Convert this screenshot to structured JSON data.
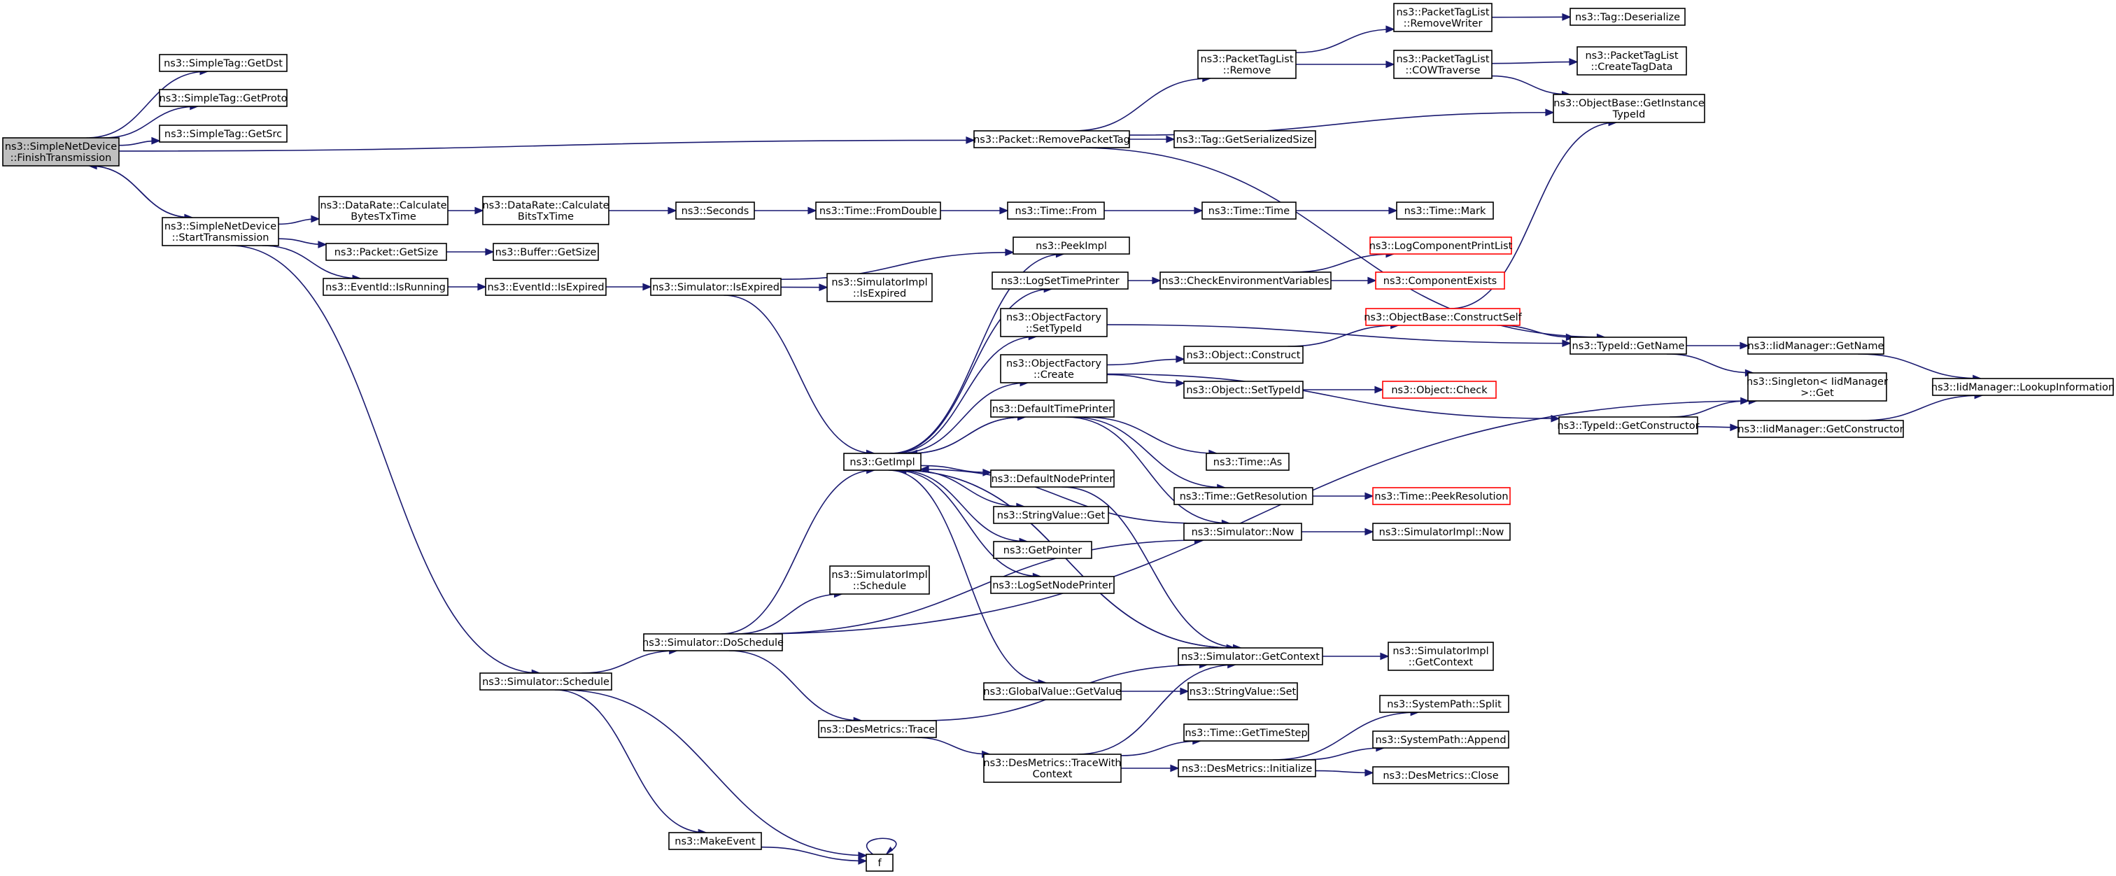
{
  "colors": {
    "edge": "#191970",
    "node_border": "#000000",
    "truncated_node_border": "#ff0000",
    "root_fill": "#bfbfbf",
    "node_fill": "#ffffff"
  },
  "nodes": [
    {
      "id": "root",
      "lines": [
        "ns3::SimpleNetDevice",
        "::FinishTransmission"
      ],
      "style": "root"
    },
    {
      "id": "simpletag_getdst",
      "lines": [
        "ns3::SimpleTag::GetDst"
      ]
    },
    {
      "id": "simpletag_getproto",
      "lines": [
        "ns3::SimpleTag::GetProto"
      ]
    },
    {
      "id": "simpletag_getsrc",
      "lines": [
        "ns3::SimpleTag::GetSrc"
      ]
    },
    {
      "id": "starttransmission",
      "lines": [
        "ns3::SimpleNetDevice",
        "::StartTransmission"
      ]
    },
    {
      "id": "datarate_calcbytes",
      "lines": [
        "ns3::DataRate::Calculate",
        "BytesTxTime"
      ]
    },
    {
      "id": "datarate_calcbits",
      "lines": [
        "ns3::DataRate::Calculate",
        "BitsTxTime"
      ]
    },
    {
      "id": "seconds",
      "lines": [
        "ns3::Seconds"
      ]
    },
    {
      "id": "time_fromdouble",
      "lines": [
        "ns3::Time::FromDouble"
      ]
    },
    {
      "id": "time_from",
      "lines": [
        "ns3::Time::From"
      ]
    },
    {
      "id": "time_time",
      "lines": [
        "ns3::Time::Time"
      ]
    },
    {
      "id": "time_mark",
      "lines": [
        "ns3::Time::Mark"
      ]
    },
    {
      "id": "packet_getsize",
      "lines": [
        "ns3::Packet::GetSize"
      ]
    },
    {
      "id": "buffer_getsize",
      "lines": [
        "ns3::Buffer::GetSize"
      ]
    },
    {
      "id": "eventid_isrunning",
      "lines": [
        "ns3::EventId::IsRunning"
      ]
    },
    {
      "id": "eventid_isexpired",
      "lines": [
        "ns3::EventId::IsExpired"
      ]
    },
    {
      "id": "simulator_isexpired",
      "lines": [
        "ns3::Simulator::IsExpired"
      ]
    },
    {
      "id": "simulatorimpl_isexpired",
      "lines": [
        "ns3::SimulatorImpl",
        "::IsExpired"
      ]
    },
    {
      "id": "packet_removepackettag",
      "lines": [
        "ns3::Packet::RemovePacketTag"
      ]
    },
    {
      "id": "packettaglist_remove",
      "lines": [
        "ns3::PacketTagList",
        "::Remove"
      ]
    },
    {
      "id": "packettaglist_removewriter",
      "lines": [
        "ns3::PacketTagList",
        "::RemoveWriter"
      ]
    },
    {
      "id": "tag_deserialize",
      "lines": [
        "ns3::Tag::Deserialize"
      ]
    },
    {
      "id": "packettaglist_cowtraverse",
      "lines": [
        "ns3::PacketTagList",
        "::COWTraverse"
      ]
    },
    {
      "id": "packettaglist_createtagdata",
      "lines": [
        "ns3::PacketTagList",
        "::CreateTagData"
      ]
    },
    {
      "id": "objectbase_getinstancetypeid",
      "lines": [
        "ns3::ObjectBase::GetInstance",
        "TypeId"
      ]
    },
    {
      "id": "tag_getserializedsize",
      "lines": [
        "ns3::Tag::GetSerializedSize"
      ]
    },
    {
      "id": "peekimpl",
      "lines": [
        "ns3::PeekImpl"
      ]
    },
    {
      "id": "logsettimeprinter",
      "lines": [
        "ns3::LogSetTimePrinter"
      ]
    },
    {
      "id": "checkenvironmentvariables",
      "lines": [
        "ns3::CheckEnvironmentVariables"
      ]
    },
    {
      "id": "logcomponentprintlist",
      "lines": [
        "ns3::LogComponentPrintList"
      ],
      "style": "red"
    },
    {
      "id": "componentexists",
      "lines": [
        "ns3::ComponentExists"
      ],
      "style": "red"
    },
    {
      "id": "objectfactory_settypeid",
      "lines": [
        "ns3::ObjectFactory",
        "::SetTypeId"
      ]
    },
    {
      "id": "objectbase_constructself",
      "lines": [
        "ns3::ObjectBase::ConstructSelf"
      ],
      "style": "red"
    },
    {
      "id": "typeid_getname",
      "lines": [
        "ns3::TypeId::GetName"
      ]
    },
    {
      "id": "iidmanager_getname",
      "lines": [
        "ns3::IidManager::GetName"
      ]
    },
    {
      "id": "singleton_get",
      "lines": [
        "ns3::Singleton< IidManager",
        ">::Get"
      ]
    },
    {
      "id": "iidmanager_lookupinformation",
      "lines": [
        "ns3::IidManager::LookupInformation"
      ]
    },
    {
      "id": "objectfactory_create",
      "lines": [
        "ns3::ObjectFactory",
        "::Create"
      ]
    },
    {
      "id": "object_construct",
      "lines": [
        "ns3::Object::Construct"
      ]
    },
    {
      "id": "object_settypeid",
      "lines": [
        "ns3::Object::SetTypeId"
      ]
    },
    {
      "id": "object_check",
      "lines": [
        "ns3::Object::Check"
      ],
      "style": "red"
    },
    {
      "id": "typeid_getconstructor",
      "lines": [
        "ns3::TypeId::GetConstructor"
      ]
    },
    {
      "id": "iidmanager_getconstructor",
      "lines": [
        "ns3::IidManager::GetConstructor"
      ]
    },
    {
      "id": "defaulttimeprinter",
      "lines": [
        "ns3::DefaultTimePrinter"
      ]
    },
    {
      "id": "getimpl",
      "lines": [
        "ns3::GetImpl"
      ]
    },
    {
      "id": "time_as",
      "lines": [
        "ns3::Time::As"
      ]
    },
    {
      "id": "defaultnodeprinter",
      "lines": [
        "ns3::DefaultNodePrinter"
      ]
    },
    {
      "id": "time_getresolution",
      "lines": [
        "ns3::Time::GetResolution"
      ]
    },
    {
      "id": "time_peekresolution",
      "lines": [
        "ns3::Time::PeekResolution"
      ],
      "style": "red"
    },
    {
      "id": "stringvalue_get",
      "lines": [
        "ns3::StringValue::Get"
      ]
    },
    {
      "id": "simulator_now",
      "lines": [
        "ns3::Simulator::Now"
      ]
    },
    {
      "id": "simulatorimpl_now",
      "lines": [
        "ns3::SimulatorImpl::Now"
      ]
    },
    {
      "id": "getpointer",
      "lines": [
        "ns3::GetPointer"
      ]
    },
    {
      "id": "logsetnodeprinter",
      "lines": [
        "ns3::LogSetNodePrinter"
      ]
    },
    {
      "id": "simulatorimpl_schedule",
      "lines": [
        "ns3::SimulatorImpl",
        "::Schedule"
      ]
    },
    {
      "id": "simulator_doschedule",
      "lines": [
        "ns3::Simulator::DoSchedule"
      ]
    },
    {
      "id": "simulator_getcontext",
      "lines": [
        "ns3::Simulator::GetContext"
      ]
    },
    {
      "id": "simulatorimpl_getcontext",
      "lines": [
        "ns3::SimulatorImpl",
        "::GetContext"
      ]
    },
    {
      "id": "simulator_schedule",
      "lines": [
        "ns3::Simulator::Schedule"
      ]
    },
    {
      "id": "globalvalue_getvalue",
      "lines": [
        "ns3::GlobalValue::GetValue"
      ]
    },
    {
      "id": "stringvalue_set",
      "lines": [
        "ns3::StringValue::Set"
      ]
    },
    {
      "id": "systempath_split",
      "lines": [
        "ns3::SystemPath::Split"
      ]
    },
    {
      "id": "desmetrics_trace",
      "lines": [
        "ns3::DesMetrics::Trace"
      ]
    },
    {
      "id": "time_gettimestep",
      "lines": [
        "ns3::Time::GetTimeStep"
      ]
    },
    {
      "id": "systempath_append",
      "lines": [
        "ns3::SystemPath::Append"
      ]
    },
    {
      "id": "desmetrics_tracewithcontext",
      "lines": [
        "ns3::DesMetrics::TraceWith",
        "Context"
      ]
    },
    {
      "id": "desmetrics_initialize",
      "lines": [
        "ns3::DesMetrics::Initialize"
      ]
    },
    {
      "id": "desmetrics_close",
      "lines": [
        "ns3::DesMetrics::Close"
      ]
    },
    {
      "id": "makeevent",
      "lines": [
        "ns3::MakeEvent"
      ]
    },
    {
      "id": "f",
      "lines": [
        "f"
      ]
    }
  ],
  "edges": [
    [
      "root",
      "simpletag_getdst"
    ],
    [
      "root",
      "simpletag_getproto"
    ],
    [
      "root",
      "simpletag_getsrc"
    ],
    [
      "root",
      "starttransmission"
    ],
    [
      "root",
      "packet_removepackettag"
    ],
    [
      "starttransmission",
      "root"
    ],
    [
      "starttransmission",
      "datarate_calcbytes"
    ],
    [
      "starttransmission",
      "packet_getsize"
    ],
    [
      "starttransmission",
      "eventid_isrunning"
    ],
    [
      "starttransmission",
      "simulator_schedule"
    ],
    [
      "datarate_calcbytes",
      "datarate_calcbits"
    ],
    [
      "datarate_calcbits",
      "seconds"
    ],
    [
      "seconds",
      "time_fromdouble"
    ],
    [
      "time_fromdouble",
      "time_from"
    ],
    [
      "time_from",
      "time_time"
    ],
    [
      "time_time",
      "time_mark"
    ],
    [
      "packet_getsize",
      "buffer_getsize"
    ],
    [
      "eventid_isrunning",
      "eventid_isexpired"
    ],
    [
      "eventid_isexpired",
      "simulator_isexpired"
    ],
    [
      "simulator_isexpired",
      "peekimpl"
    ],
    [
      "simulator_isexpired",
      "simulatorimpl_isexpired"
    ],
    [
      "simulator_isexpired",
      "getimpl"
    ],
    [
      "packet_removepackettag",
      "packettaglist_remove"
    ],
    [
      "packet_removepackettag",
      "objectbase_getinstancetypeid"
    ],
    [
      "packet_removepackettag",
      "tag_getserializedsize"
    ],
    [
      "packet_removepackettag",
      "typeid_getname"
    ],
    [
      "packettaglist_remove",
      "packettaglist_removewriter"
    ],
    [
      "packettaglist_remove",
      "packettaglist_cowtraverse"
    ],
    [
      "packettaglist_removewriter",
      "tag_deserialize"
    ],
    [
      "packettaglist_cowtraverse",
      "packettaglist_createtagdata"
    ],
    [
      "packettaglist_cowtraverse",
      "objectbase_getinstancetypeid"
    ],
    [
      "getimpl",
      "peekimpl"
    ],
    [
      "getimpl",
      "logsettimeprinter"
    ],
    [
      "getimpl",
      "objectfactory_settypeid"
    ],
    [
      "getimpl",
      "objectfactory_create"
    ],
    [
      "getimpl",
      "defaulttimeprinter"
    ],
    [
      "getimpl",
      "defaultnodeprinter"
    ],
    [
      "getimpl",
      "stringvalue_get"
    ],
    [
      "getimpl",
      "getpointer"
    ],
    [
      "getimpl",
      "logsetnodeprinter"
    ],
    [
      "getimpl",
      "globalvalue_getvalue"
    ],
    [
      "getimpl",
      "simulator_getcontext"
    ],
    [
      "logsettimeprinter",
      "checkenvironmentvariables"
    ],
    [
      "checkenvironmentvariables",
      "logcomponentprintlist"
    ],
    [
      "checkenvironmentvariables",
      "componentexists"
    ],
    [
      "objectfactory_settypeid",
      "typeid_getname"
    ],
    [
      "objectfactory_create",
      "object_construct"
    ],
    [
      "objectfactory_create",
      "object_settypeid"
    ],
    [
      "objectfactory_create",
      "typeid_getconstructor"
    ],
    [
      "object_construct",
      "objectbase_constructself"
    ],
    [
      "object_settypeid",
      "object_check"
    ],
    [
      "objectbase_constructself",
      "objectbase_getinstancetypeid"
    ],
    [
      "objectbase_constructself",
      "typeid_getname"
    ],
    [
      "typeid_getname",
      "iidmanager_getname"
    ],
    [
      "typeid_getname",
      "singleton_get"
    ],
    [
      "iidmanager_getname",
      "iidmanager_lookupinformation"
    ],
    [
      "typeid_getconstructor",
      "singleton_get"
    ],
    [
      "typeid_getconstructor",
      "iidmanager_getconstructor"
    ],
    [
      "iidmanager_getconstructor",
      "iidmanager_lookupinformation"
    ],
    [
      "defaulttimeprinter",
      "getimpl"
    ],
    [
      "defaulttimeprinter",
      "time_as"
    ],
    [
      "defaulttimeprinter",
      "time_getresolution"
    ],
    [
      "defaulttimeprinter",
      "simulator_now"
    ],
    [
      "time_getresolution",
      "time_peekresolution"
    ],
    [
      "simulator_now",
      "getimpl"
    ],
    [
      "simulator_now",
      "simulatorimpl_now"
    ],
    [
      "defaultnodeprinter",
      "simulator_getcontext"
    ],
    [
      "simulator_getcontext",
      "getimpl"
    ],
    [
      "simulator_getcontext",
      "simulatorimpl_getcontext"
    ],
    [
      "simulator_schedule",
      "simulator_doschedule"
    ],
    [
      "simulator_schedule",
      "makeevent"
    ],
    [
      "simulator_schedule",
      "f"
    ],
    [
      "simulator_doschedule",
      "getimpl"
    ],
    [
      "simulator_doschedule",
      "simulatorimpl_schedule"
    ],
    [
      "simulator_doschedule",
      "simulator_now"
    ],
    [
      "simulator_doschedule",
      "desmetrics_trace"
    ],
    [
      "simulator_doschedule",
      "singleton_get"
    ],
    [
      "globalvalue_getvalue",
      "stringvalue_set"
    ],
    [
      "desmetrics_trace",
      "simulator_getcontext"
    ],
    [
      "desmetrics_trace",
      "desmetrics_tracewithcontext"
    ],
    [
      "desmetrics_tracewithcontext",
      "simulator_getcontext"
    ],
    [
      "desmetrics_tracewithcontext",
      "time_gettimestep"
    ],
    [
      "desmetrics_tracewithcontext",
      "desmetrics_initialize"
    ],
    [
      "desmetrics_initialize",
      "systempath_split"
    ],
    [
      "desmetrics_initialize",
      "systempath_append"
    ],
    [
      "desmetrics_initialize",
      "desmetrics_close"
    ],
    [
      "makeevent",
      "f"
    ],
    [
      "f",
      "f"
    ]
  ]
}
